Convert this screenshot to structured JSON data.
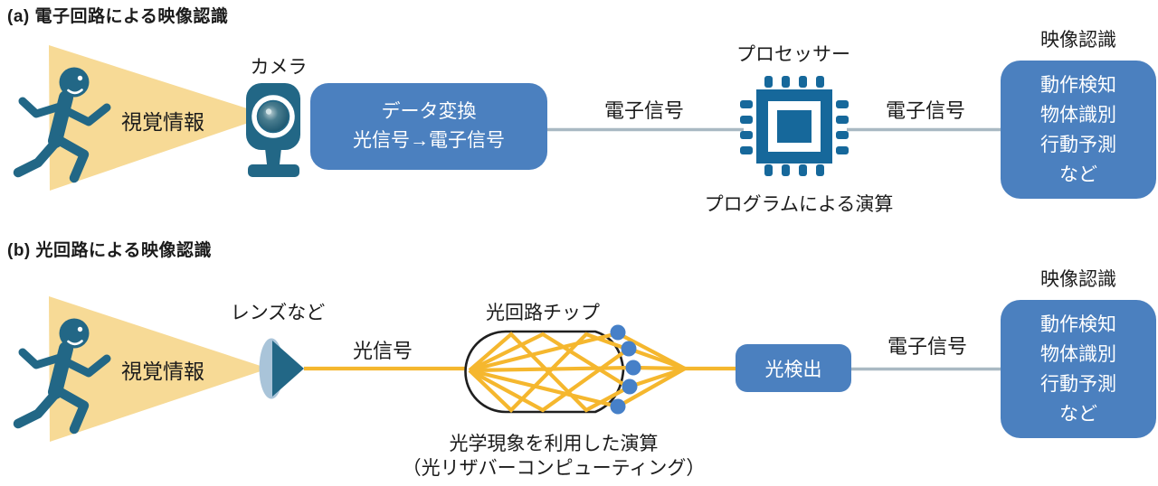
{
  "colors": {
    "box_blue": "#4B80BF",
    "figure_teal": "#226786",
    "processor_teal": "#16689B",
    "beam_yellow": "#F7DA96",
    "signal_gold": "#F5B72E",
    "connector_gray": "#A9B9C3",
    "node_dot_blue": "#4680C8",
    "lens_face_blue": "#A9C4D9",
    "text_black": "#1B1B1B",
    "chip_outline_black": "#1F1F1F"
  },
  "section_a": {
    "title": "(a) 電子回路による映像認識",
    "visual_info_label": "視覚情報",
    "camera_label": "カメラ",
    "conversion_box": {
      "line1": "データ変換",
      "line2": "光信号→電子信号"
    },
    "signal1_label": "電子信号",
    "processor_label": "プロセッサー",
    "processor_caption": "プログラムによる演算",
    "signal2_label": "電子信号",
    "recognition_label": "映像認識",
    "recognition_box": {
      "line1": "動作検知",
      "line2": "物体識別",
      "line3": "行動予測",
      "line4": "など"
    }
  },
  "section_b": {
    "title": "(b) 光回路による映像認識",
    "visual_info_label": "視覚情報",
    "lens_label": "レンズなど",
    "optical_signal_label": "光信号",
    "chip_label": "光回路チップ",
    "chip_caption_line1": "光学現象を利用した演算",
    "chip_caption_line2": "（光リザバーコンピューティング）",
    "detector_box_label": "光検出",
    "signal_label": "電子信号",
    "recognition_label": "映像認識",
    "recognition_box": {
      "line1": "動作検知",
      "line2": "物体識別",
      "line3": "行動予測",
      "line4": "など"
    }
  }
}
